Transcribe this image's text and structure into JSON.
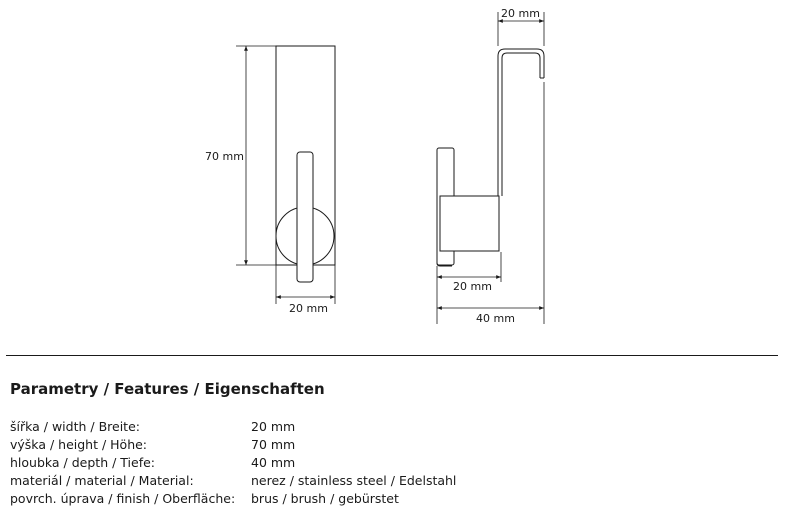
{
  "drawing": {
    "front_view": {
      "height_dimension": "70 mm",
      "width_dimension": "20 mm"
    },
    "side_view": {
      "top_dimension": "20 mm",
      "base_dimension": "20 mm",
      "depth_dimension": "40 mm"
    }
  },
  "features": {
    "title": "Parametry / Features / Eigenschaften",
    "rows": [
      {
        "label": "šířka / width / Breite:",
        "value": "20 mm"
      },
      {
        "label": "výška / height / Höhe:",
        "value": "70 mm"
      },
      {
        "label": "hloubka / depth / Tiefe:",
        "value": "40 mm"
      },
      {
        "label": "materiál / material / Material:",
        "value": "nerez / stainless steel / Edelstahl"
      },
      {
        "label": "povrch. úprava / finish / Oberfläche:",
        "value": "brus / brush / gebürstet"
      }
    ]
  }
}
